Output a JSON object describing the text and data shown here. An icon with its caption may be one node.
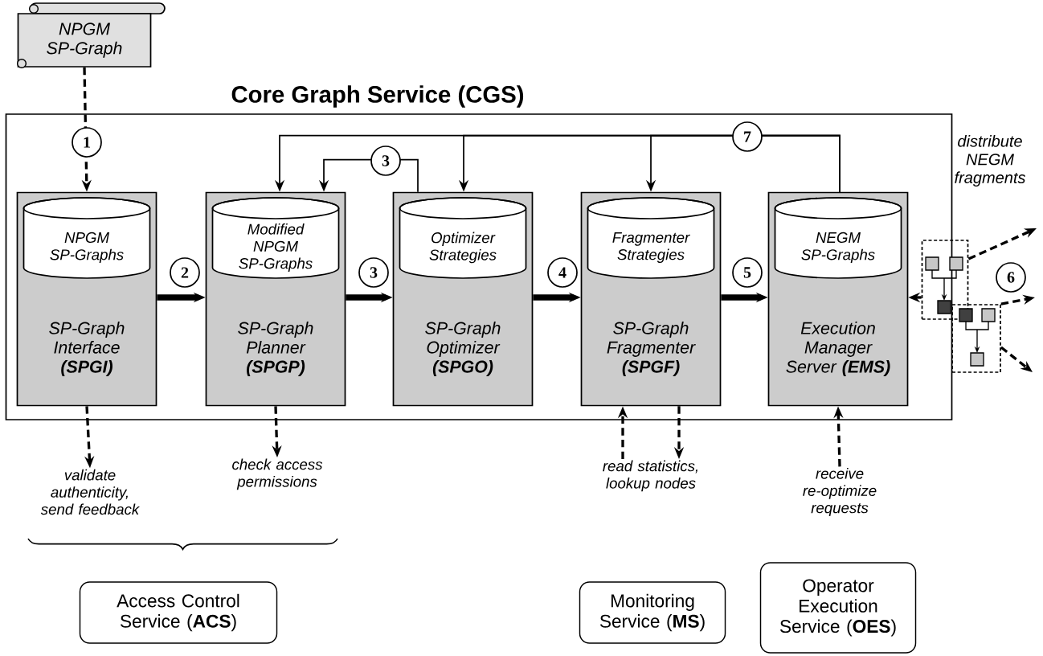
{
  "diagram": {
    "nodes": [
      {
        "text": [
          "NPGM SP-Graph"
        ]
      },
      {
        "text": [
          "Core Graph Service (CGS)"
        ]
      },
      {
        "text": [
          "SP-Graph Interface **(SPGI)**"
        ],
        "in": 1
      },
      {
        "text": [
          "NPGM SP-Graphs"
        ],
        "in": 2
      },
      {
        "text": [
          "SP-Graph Planner **(SPGP)**"
        ],
        "in": 1
      },
      {
        "text": [
          "Modified NPGM SP-Graphs"
        ],
        "in": 4
      },
      {
        "text": [
          "SP-Graph Optimizer **(SPGO)**"
        ],
        "in": 1
      },
      {
        "text": [
          "Optimizer Strategies"
        ],
        "in": 6
      },
      {
        "text": [
          "SP-Graph Fragmenter **(SPGF)**"
        ],
        "in": 1
      },
      {
        "text": [
          "Fragmenter Strategies"
        ],
        "in": 8
      },
      {
        "text": [
          "Execution Manager Server **(EMS)**"
        ],
        "in": 1
      },
      {
        "text": [
          "NEGM SP-Graphs"
        ],
        "in": 10
      },
      {
        "text": [],
        "shape": "box"
      },
      {
        "text": [],
        "shape": "box"
      },
      {
        "text": [
          "validate authenticity, send feedback"
        ]
      },
      {
        "text": [
          "check access permissions"
        ]
      },
      {
        "text": [
          "read statistics, lookup nodes"
        ]
      },
      {
        "text": [
          "receive re-optimize requests"
        ]
      },
      {
        "text": [
          "Access Control Service (**ACS**)"
        ]
      },
      {
        "text": [
          "Monitoring Service (**MS**)"
        ]
      },
      {
        "text": [
          "Operator Execution Service (**OES**)"
        ]
      }
    ],
    "edges": [
      {
        "from": 0,
        "to": 2,
        "arrow": "to",
        "label": "1",
        "style": "dashed"
      },
      {
        "from": 2,
        "to": 4,
        "arrow": "to",
        "label": "2",
        "style": "thick"
      },
      {
        "from": 4,
        "to": 6,
        "arrow": "to",
        "label": "3",
        "style": "thick"
      },
      {
        "from": 6,
        "to": 8,
        "arrow": "to",
        "label": "4",
        "style": "thick"
      },
      {
        "from": 8,
        "to": 10,
        "arrow": "to",
        "label": "5",
        "style": "thick"
      },
      {
        "from": 6,
        "to": 4,
        "arrow": "to",
        "label": "3"
      },
      {
        "from": 10,
        "to": 4,
        "arrow": "to",
        "label": "7"
      },
      {
        "from": 10,
        "to": 6,
        "arrow": "to"
      },
      {
        "from": 10,
        "to": 8,
        "arrow": "to"
      },
      {
        "from": 12,
        "to": 10,
        "arrow": "to",
        "style": "dashed"
      },
      {
        "from": 12,
        "to": null,
        "arrow": "to",
        "style": "dashed"
      },
      {
        "from": 13,
        "to": null,
        "arrow": "to",
        "style": "dashed",
        "label": "6"
      },
      {
        "from": 13,
        "to": null,
        "arrow": "to",
        "style": "dashed"
      },
      {
        "from": 2,
        "to": 14,
        "arrow": "to",
        "style": "dashed"
      },
      {
        "from": 4,
        "to": 15,
        "arrow": "to",
        "style": "dashed"
      },
      {
        "from": 16,
        "to": 8,
        "arrow": "to",
        "style": "dashed"
      },
      {
        "from": 8,
        "to": 16,
        "arrow": "to",
        "style": "dashed"
      },
      {
        "from": 17,
        "to": 10,
        "arrow": "to",
        "style": "dashed"
      }
    ],
    "labels": [
      "distribute NEGM fragments"
    ]
  }
}
